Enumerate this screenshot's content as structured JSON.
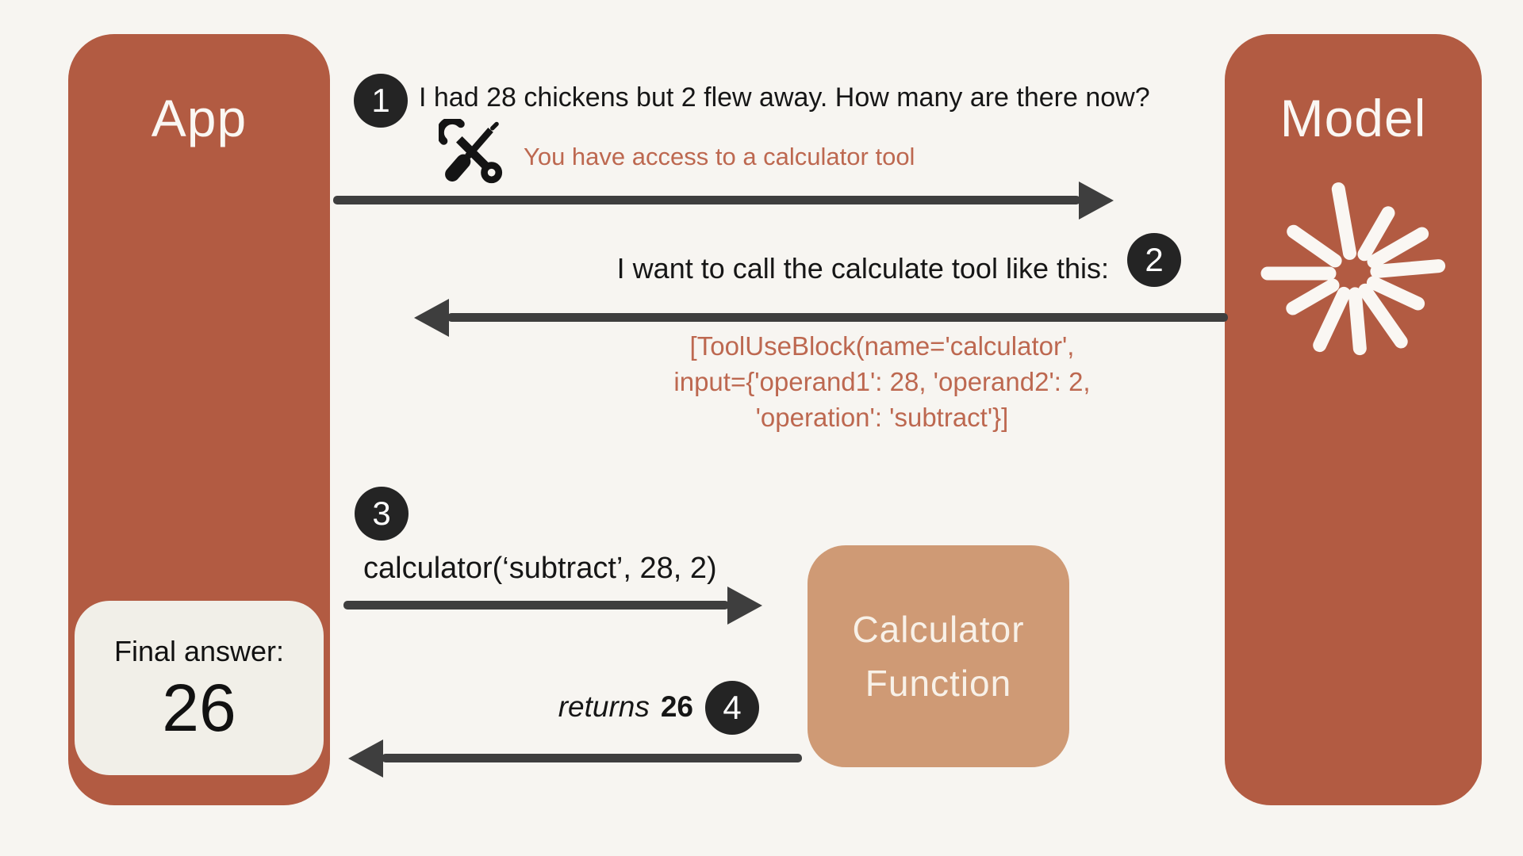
{
  "actors": {
    "app": {
      "label": "App"
    },
    "model": {
      "label": "Model"
    },
    "calculator": {
      "line1": "Calculator",
      "line2": "Function"
    }
  },
  "final_answer": {
    "label": "Final answer:",
    "value": "26"
  },
  "steps": {
    "s1": {
      "badge": "1",
      "message": "I had 28 chickens but 2 flew away. How many are there now?",
      "note": "You have access to a calculator tool"
    },
    "s2": {
      "badge": "2",
      "message": "I want to call the calculate tool like this:",
      "code": [
        "[ToolUseBlock(name='calculator',",
        "input={'operand1': 28, 'operand2': 2,",
        "'operation': 'subtract'}]"
      ]
    },
    "s3": {
      "badge": "3",
      "message": "calculator(‘subtract’, 28, 2)"
    },
    "s4": {
      "badge": "4",
      "verb": "returns",
      "value": "26"
    }
  },
  "colors": {
    "background": "#F7F5F1",
    "actor_box": "#B25B42",
    "calculator_box": "#CF9A75",
    "accent_text": "#BD6850",
    "arrow": "#3E3E3E",
    "badge": "#242424",
    "final_card": "#F1EFE8"
  }
}
